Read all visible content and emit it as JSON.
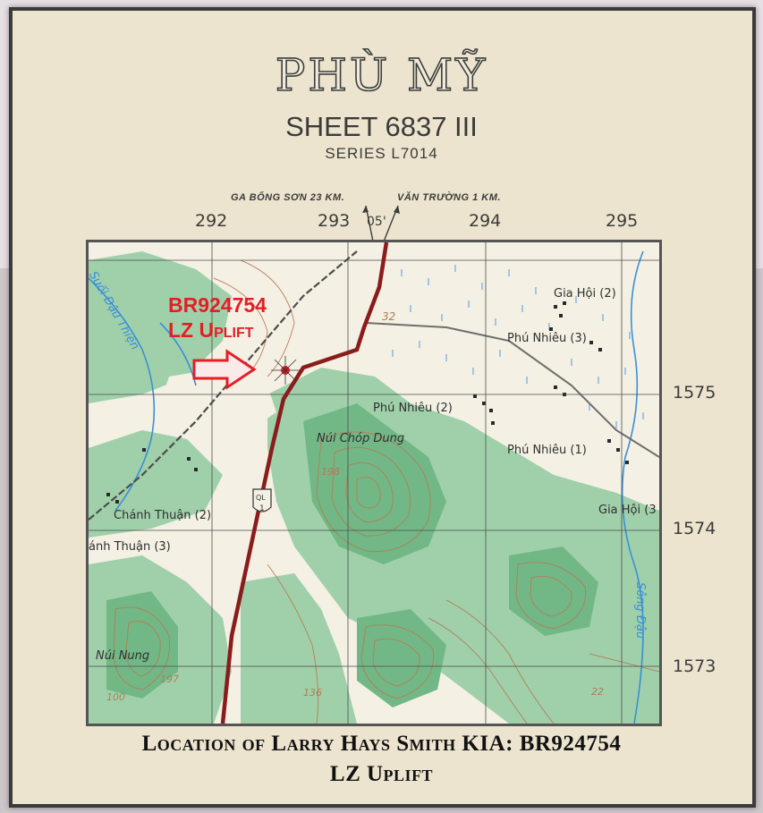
{
  "header": {
    "title": "PHÙ MỸ",
    "sheet": "SHEET 6837 III",
    "series": "SERIES L7014"
  },
  "directions": {
    "left_note": "GA BỐNG SƠN 23 KM.",
    "right_note": "VĂN TRƯỜNG 1 KM.",
    "road_number": "05'"
  },
  "grid": {
    "eastings": [
      "292",
      "293",
      "294",
      "295"
    ],
    "northings": [
      "1575",
      "1574",
      "1573"
    ]
  },
  "marker": {
    "grid_ref": "BR924754",
    "name": "LZ Uplift",
    "arrow_color": "#e41e25"
  },
  "places": [
    "Gia Hội (2)",
    "Phú Nhiêu (3)",
    "Phú Nhiêu (2)",
    "Núi Chóp Dung",
    "Phú Nhiêu (1)",
    "Gia Hội (3",
    "Chánh Thuận (2)",
    "ánh Thuận (3)",
    "Núi Nung",
    "Suối Đậu Thiện",
    "Sông Đậu",
    "32",
    "198",
    "197",
    "136",
    "100",
    "22",
    "QL",
    "1"
  ],
  "caption": {
    "line1": "Location of Larry Hays Smith KIA: BR924754",
    "line2": "LZ Uplift"
  },
  "colors": {
    "forest": "#8cc49a",
    "forest_dark": "#5fa977",
    "road": "#8a1c1c",
    "contour": "#b0704a",
    "water": "#3a8fd8",
    "paper": "#ece4ce"
  }
}
